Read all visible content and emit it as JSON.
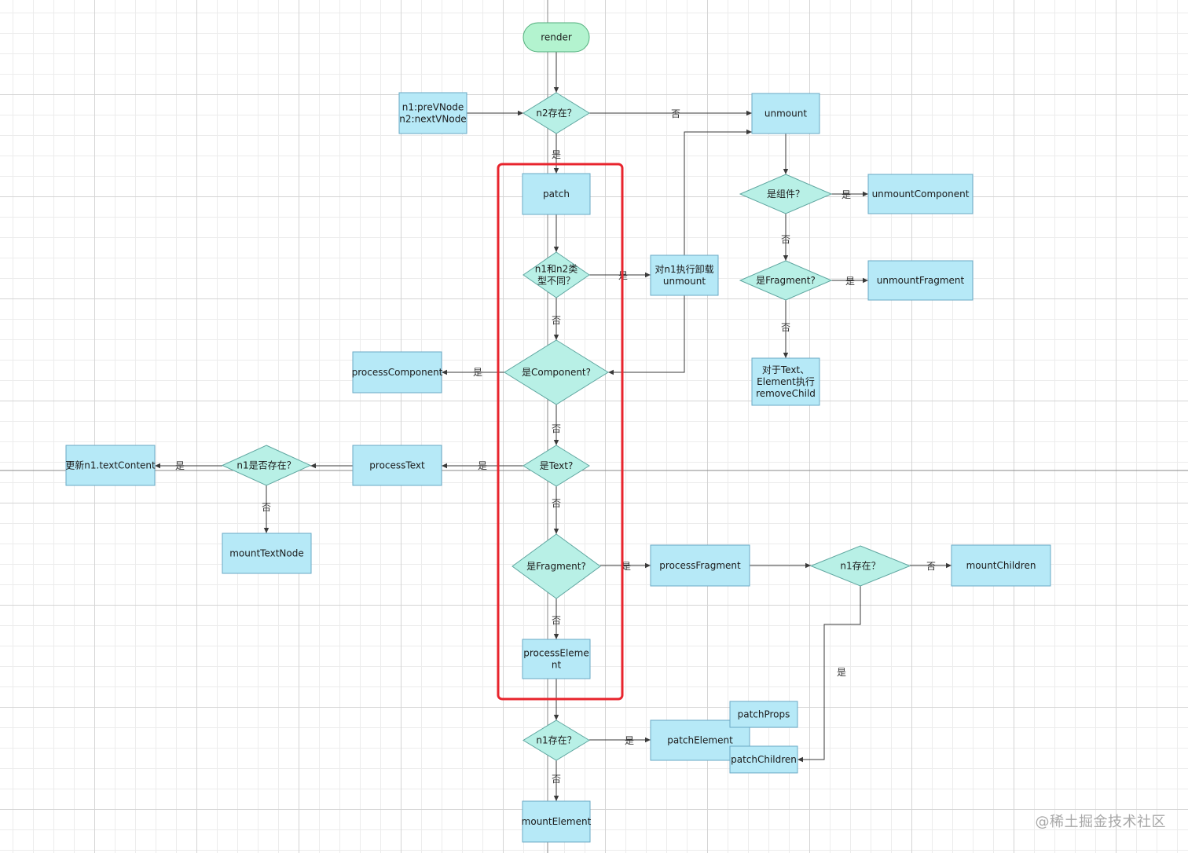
{
  "colors": {
    "process_fill": "#b6e9f7",
    "process_stroke": "#6aa9c4",
    "decision_fill": "#b8f0e6",
    "decision_stroke": "#5fa6a0",
    "terminal_fill": "#b3f3cf",
    "terminal_stroke": "#52ae7c",
    "edge": "#3a3a3a",
    "highlight": "#e8242d"
  },
  "nodes": {
    "render": "render",
    "params": [
      "n1:preVNode",
      "n2:nextVNode"
    ],
    "n2_exists": "n2存在？",
    "unmount": "unmount",
    "patch": "patch",
    "is_component_unmount": "是组件？",
    "unmount_component": "unmountComponent",
    "types_differ": [
      "n1和n2类",
      "型不同？"
    ],
    "unmount_n1": [
      "对n1执行卸载",
      "unmount"
    ],
    "is_fragment_unmount": "是Fragment?",
    "unmount_fragment": "unmountFragment",
    "remove_child": [
      "对于Text、",
      "Element执行",
      "removeChild"
    ],
    "is_component": "是Component?",
    "process_component": "processComponent",
    "is_text": "是Text?",
    "process_text": "processText",
    "n1_exists_text": "n1是否存在？",
    "update_text_content": "更新n1.textContent",
    "mount_text_node": "mountTextNode",
    "is_fragment": "是Fragment?",
    "process_fragment": "processFragment",
    "n1_exists_fragment": "n1存在？",
    "mount_children": "mountChildren",
    "process_element": [
      "processEleme",
      "nt"
    ],
    "n1_exists_element": "n1存在？",
    "patch_element": "patchElement",
    "patch_props": "patchProps",
    "patch_children": "patchChildren",
    "mount_element": "mountElement"
  },
  "edge_labels": {
    "yes": "是",
    "no": "否"
  },
  "watermark": "@稀土掘金技术社区"
}
